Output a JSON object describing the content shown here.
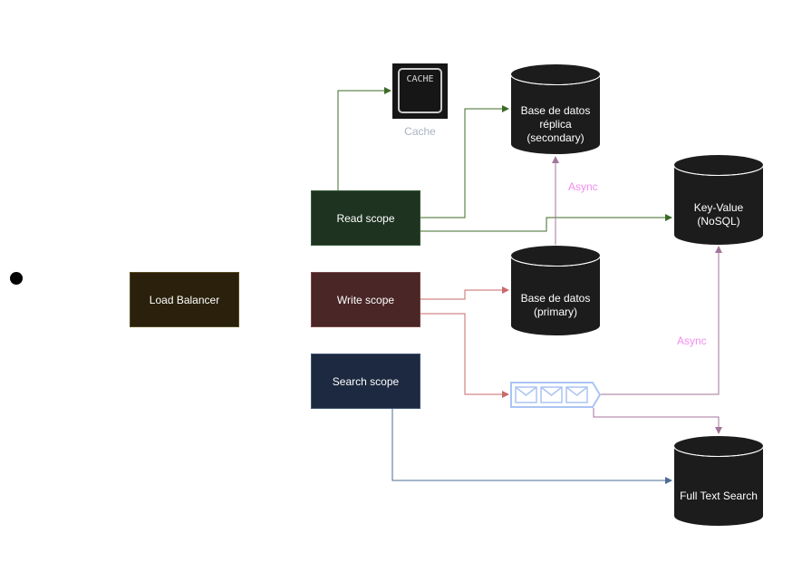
{
  "nodes": {
    "load_balancer": "Load Balancer",
    "read_scope": "Read scope",
    "write_scope": "Write scope",
    "search_scope": "Search scope",
    "cache_icon_text": "CACHE",
    "cache_label": "Cache",
    "replica_db": [
      "Base de datos",
      "réplica",
      "(secondary)"
    ],
    "primary_db": [
      "Base de datos",
      "(primary)"
    ],
    "key_value_db": [
      "Key-Value",
      "(NoSQL)"
    ],
    "full_text_search": "Full Text Search"
  },
  "edge_labels": {
    "async_replication": "Async",
    "async_queue": "Async"
  },
  "colors": {
    "read_edges": "#3d6b27",
    "write_edges": "#c86a6a",
    "search_edges": "#4d6d94",
    "queue_edges": "#a3759a",
    "async_label": "#f28bf0",
    "database_fill": "#1c1c1c",
    "queue_stroke": "#aac4f3"
  }
}
